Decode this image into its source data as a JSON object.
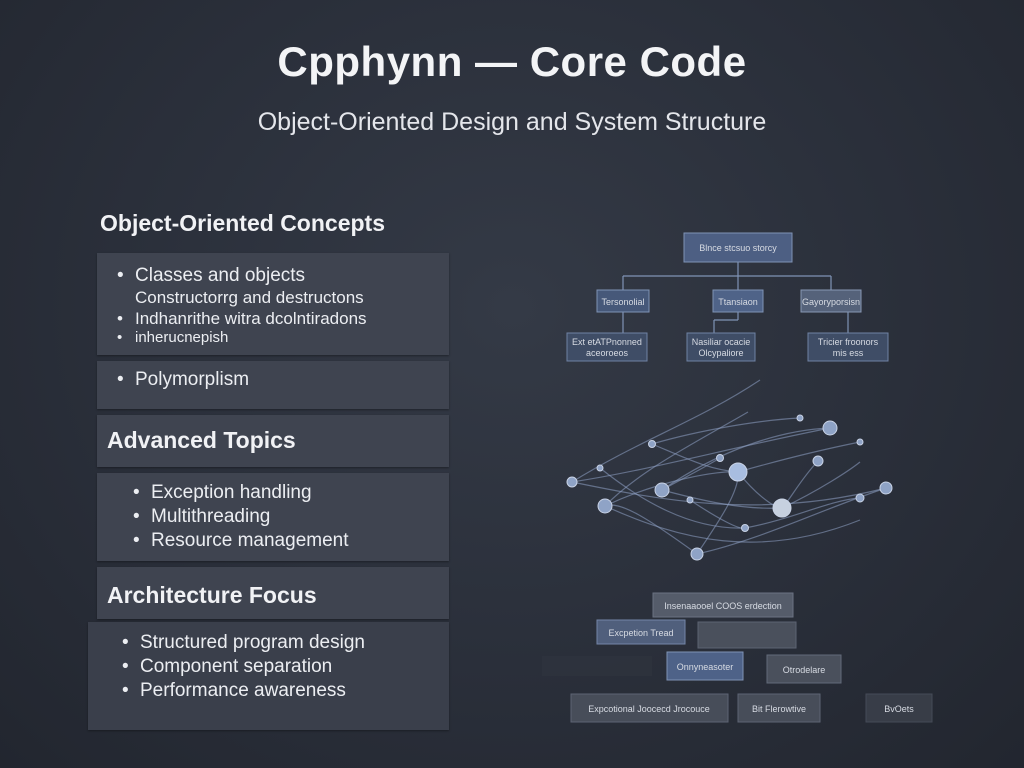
{
  "header": {
    "title": "Cpphynn — Core Code",
    "subtitle": "Object-Oriented Design and System Structure"
  },
  "sections": [
    {
      "heading": "Object-Oriented Concepts",
      "group1": [
        "Classes and objects",
        "Constructorrg and destructons",
        "Indhanrithe witra dcolntiradons",
        "inherucnepish"
      ],
      "group2": [
        "Polymorplism"
      ]
    },
    {
      "heading": "Advanced Topics",
      "items": [
        "Exception handling",
        "Multithreading",
        "Resource management"
      ]
    },
    {
      "heading": "Architecture Focus",
      "items": [
        "Structured program design",
        "Component separation",
        "Performance awareness"
      ]
    }
  ],
  "diagram": {
    "tree": {
      "root": "Blnce stcsuo storcy",
      "level1": [
        "Tersonolial",
        "Ttansiaon",
        "Gayoryporsisn"
      ],
      "level2": [
        [
          "Ext etATPnonned",
          "aceoroeos"
        ],
        [
          "Nasiliar ocacie",
          "Olcypaliore"
        ],
        [
          "Tricier froonors",
          "mis ess"
        ]
      ]
    },
    "blocks": [
      "Insenaaooel COOS erdection",
      "Excpetion Tread",
      "Onnyneasoter",
      "Otrodelare",
      "Expcotional Joocecd Jrocouce",
      "Bit Flerowtive",
      "BvOets"
    ]
  },
  "colors": {
    "background": "#2a2f3a",
    "panel": "#3f4450",
    "node": "#8fa3c6",
    "box_accent": "#4e6288"
  }
}
